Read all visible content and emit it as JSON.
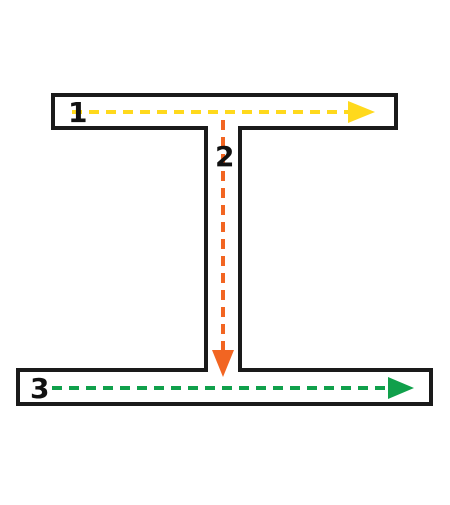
{
  "diagram": {
    "shape": "I-beam outline",
    "outline_color": "#1a1a1a",
    "background": "#ffffff",
    "paths": [
      {
        "id": "path-1",
        "label": "1",
        "color": "#ffd91c",
        "direction": "left-to-right",
        "style": "dashed-arrow"
      },
      {
        "id": "path-2",
        "label": "2",
        "color": "#f26522",
        "direction": "top-to-bottom",
        "style": "dashed-arrow"
      },
      {
        "id": "path-3",
        "label": "3",
        "color": "#10a04b",
        "direction": "left-to-right",
        "style": "dashed-arrow"
      }
    ]
  }
}
